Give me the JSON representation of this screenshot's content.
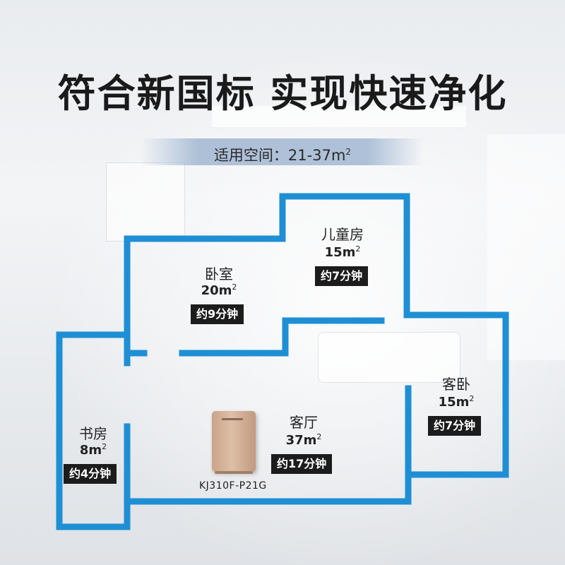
{
  "headline": "符合新国标 实现快速净化",
  "space": {
    "label": "适用空间：21-37m",
    "sup": "2"
  },
  "rooms": {
    "children": {
      "name": "儿童房",
      "area": "15m",
      "sup": "2",
      "time": "约7分钟"
    },
    "bedroom": {
      "name": "卧室",
      "area": "20m",
      "sup": "2",
      "time": "约9分钟"
    },
    "guest": {
      "name": "客卧",
      "area": "15m",
      "sup": "2",
      "time": "约7分钟"
    },
    "living": {
      "name": "客厅",
      "area": "37m",
      "sup": "2",
      "time": "约17分钟"
    },
    "study": {
      "name": "书房",
      "area": "8m",
      "sup": "2",
      "time": "约4分钟"
    }
  },
  "product": {
    "model": "KJ310F-P21G"
  },
  "colors": {
    "wall": "#1e8fd4",
    "badge": "#1c1c1c"
  }
}
